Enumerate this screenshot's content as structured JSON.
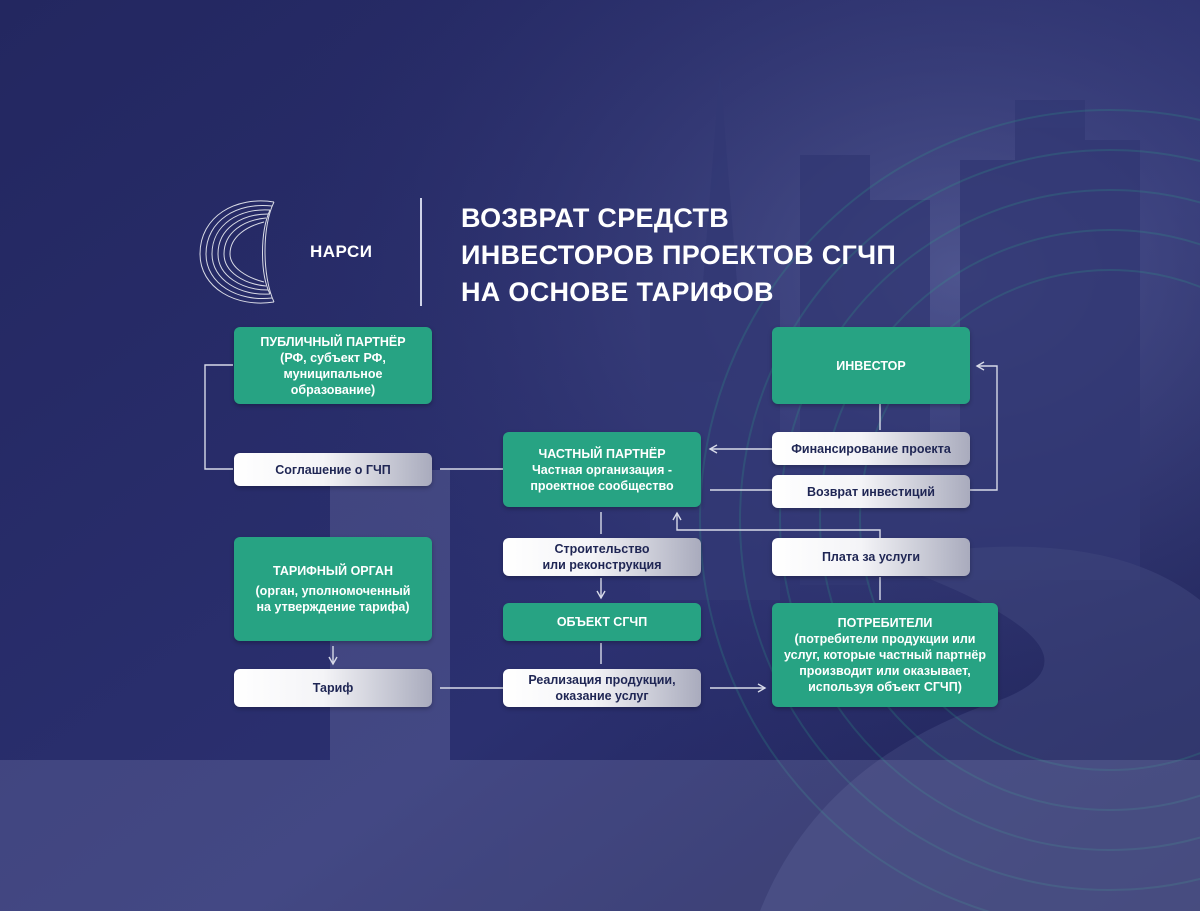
{
  "brand": {
    "name": "НАРСИ"
  },
  "title": {
    "line1": "ВОЗВРАТ СРЕДСТВ",
    "line2": "ИНВЕСТОРОВ ПРОЕКТОВ СГЧП",
    "line3": "НА ОСНОВЕ ТАРИФОВ"
  },
  "nodes": {
    "public_partner": {
      "title": "ПУБЛИЧНЫЙ ПАРТНЁР",
      "line1": "(РФ, субъект РФ,",
      "line2": "муниципальное",
      "line3": "образование)"
    },
    "gchp_agreement": {
      "label": "Соглашение о ГЧП"
    },
    "tariff_body": {
      "title": "ТАРИФНЫЙ ОРГАН",
      "line1": "(орган, уполномоченный",
      "line2": "на утверждение тарифа)"
    },
    "tariff": {
      "label": "Тариф"
    },
    "private_partner": {
      "title": "ЧАСТНЫЙ ПАРТНЁР",
      "line1": "Частная организация -",
      "line2": "проектное сообщество"
    },
    "construction": {
      "line1": "Строительство",
      "line2": "или реконструкция"
    },
    "object": {
      "label": "ОБЪЕКТ СГЧП"
    },
    "realization": {
      "line1": "Реализация продукции,",
      "line2": "оказание услуг"
    },
    "investor": {
      "label": "ИНВЕСТОР"
    },
    "financing": {
      "label": "Финансирование проекта"
    },
    "return": {
      "label": "Возврат инвестиций"
    },
    "payment": {
      "label": "Плата за услуги"
    },
    "consumers": {
      "title": "ПОТРЕБИТЕЛИ",
      "line1": "(потребители продукции или",
      "line2": "услуг, которые частный партнёр",
      "line3": "производит или оказывает,",
      "line4": "используя объект СГЧП)"
    }
  },
  "colors": {
    "background": "#24285f",
    "accent_green": "#27a383",
    "connector": "#d7dae8"
  }
}
